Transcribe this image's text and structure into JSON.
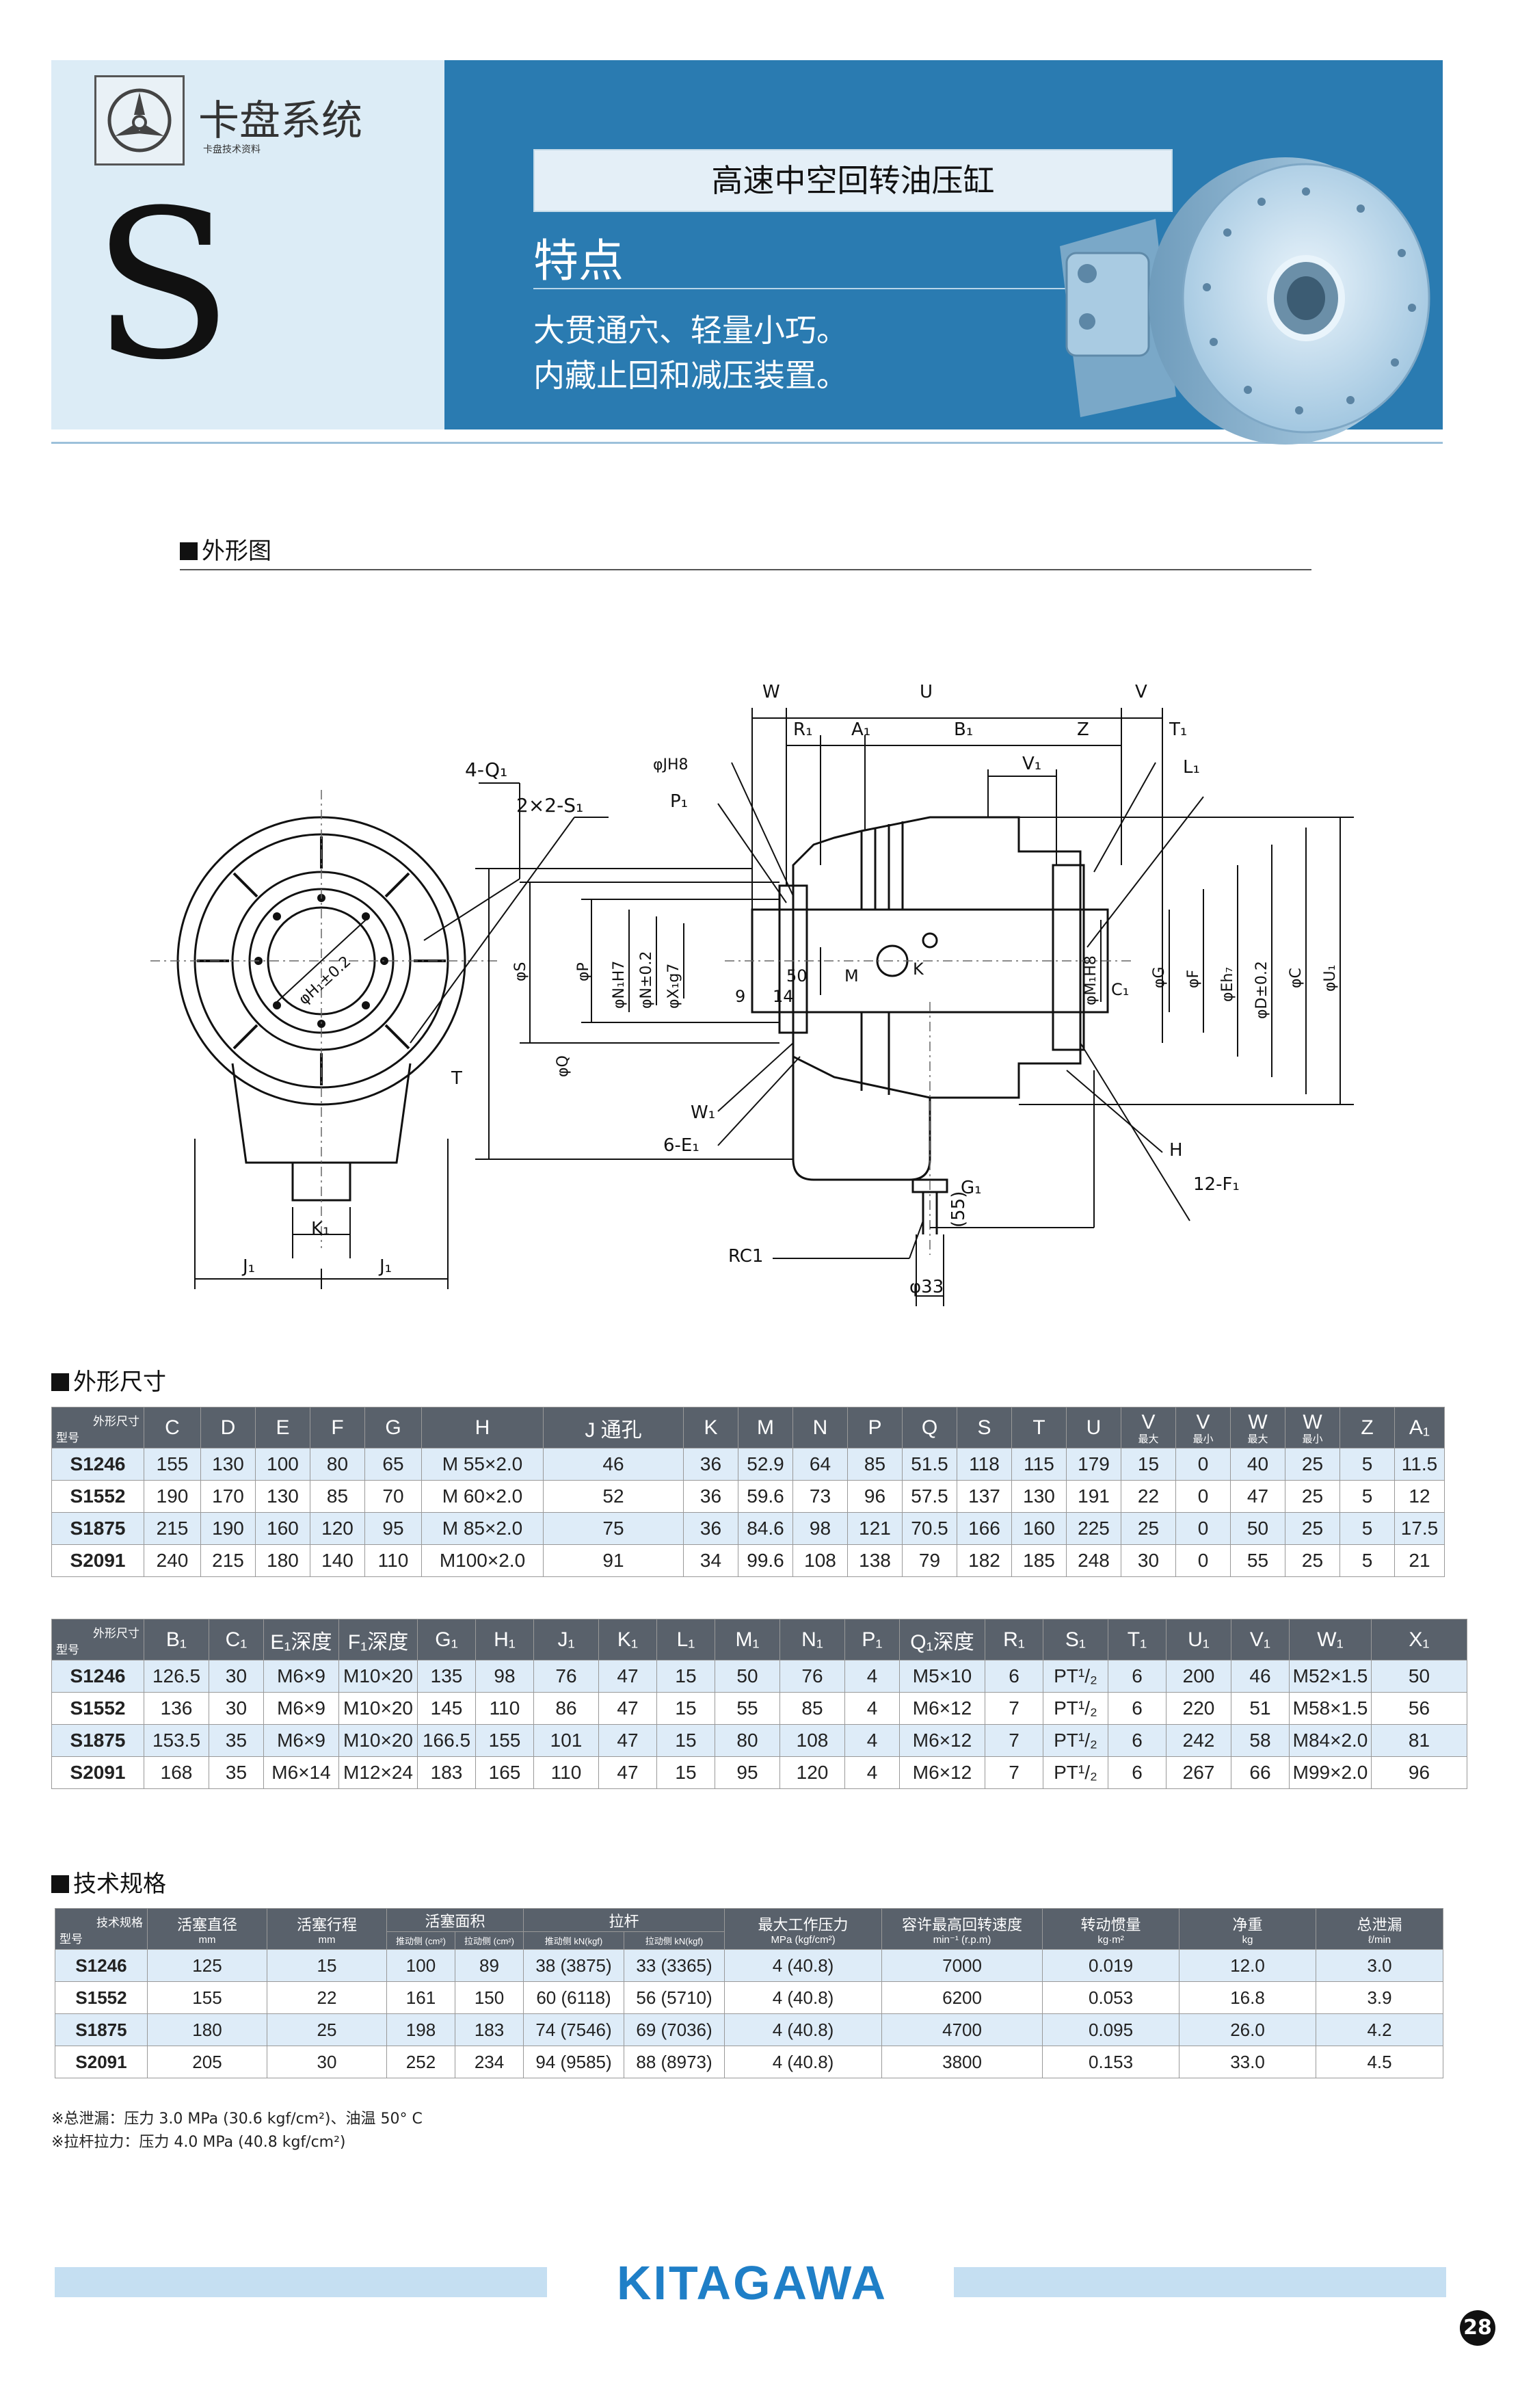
{
  "header": {
    "brand_title": "卡盘系统",
    "brand_sub": "卡盘技术资料",
    "series_letter": "S",
    "product_title": "高速中空回转油压缸",
    "features_heading": "特点",
    "features_line1": "大贯通穴、轻量小巧。",
    "features_line2": "内藏止回和减压装置。",
    "colors": {
      "band": "#2a7bb1",
      "band_light": "#dcecf6",
      "accent": "#1f7fc7"
    }
  },
  "sections": {
    "outline_drawing": "外形图",
    "outline_dims": "外形尺寸",
    "tech_specs": "技术规格"
  },
  "drawing": {
    "labels": {
      "q1": "4-Q₁",
      "s1": "2×2-S₁",
      "h1": "φH₁±0.2",
      "k1": "K₁",
      "j1a": "J₁",
      "j1b": "J₁",
      "w": "W",
      "u": "U",
      "v": "V",
      "r1": "R₁",
      "a1": "A₁",
      "b1": "B₁",
      "z": "Z",
      "t1": "T₁",
      "l1": "L₁",
      "v1": "V₁",
      "jh8": "φJH8",
      "p1": "P₁",
      "s": "φS",
      "p": "φP",
      "q": "φQ",
      "n1": "φN₁H7",
      "n": "φN±0.2",
      "x1": "φX₁g7",
      "fifty": "50",
      "nine": "9",
      "fourteen": "14",
      "m": "M",
      "k": "K",
      "m1": "φM₁H8",
      "c1": "C₁",
      "g": "φG",
      "f": "φF",
      "e": "φEh₇",
      "d": "φD±0.2",
      "c": "φC",
      "u1": "φU₁",
      "t": "T",
      "w1": "W₁",
      "e1": "6-E₁",
      "h": "H",
      "f1": "12-F₁",
      "g1": "G₁",
      "fiftyfive": "(55)",
      "rc1": "RC1",
      "d33": "φ33"
    }
  },
  "dims_table_1": {
    "corner_top": "外形尺寸",
    "corner_bot": "型号",
    "headers": [
      {
        "main": "C",
        "sub": ""
      },
      {
        "main": "D",
        "sub": ""
      },
      {
        "main": "E",
        "sub": ""
      },
      {
        "main": "F",
        "sub": ""
      },
      {
        "main": "G",
        "sub": ""
      },
      {
        "main": "H",
        "sub": ""
      },
      {
        "main": "J 通孔",
        "sub": ""
      },
      {
        "main": "K",
        "sub": ""
      },
      {
        "main": "M",
        "sub": ""
      },
      {
        "main": "N",
        "sub": ""
      },
      {
        "main": "P",
        "sub": ""
      },
      {
        "main": "Q",
        "sub": ""
      },
      {
        "main": "S",
        "sub": ""
      },
      {
        "main": "T",
        "sub": ""
      },
      {
        "main": "U",
        "sub": ""
      },
      {
        "main": "V",
        "sub": "最大"
      },
      {
        "main": "V",
        "sub": "最小"
      },
      {
        "main": "W",
        "sub": "最大"
      },
      {
        "main": "W",
        "sub": "最小"
      },
      {
        "main": "Z",
        "sub": ""
      },
      {
        "main": "A₁",
        "sub": ""
      }
    ],
    "rows": [
      {
        "model": "S1246",
        "cells": [
          "155",
          "130",
          "100",
          "80",
          "65",
          "M 55×2.0",
          "46",
          "36",
          "52.9",
          "64",
          "85",
          "51.5",
          "118",
          "115",
          "179",
          "15",
          "0",
          "40",
          "25",
          "5",
          "11.5"
        ]
      },
      {
        "model": "S1552",
        "cells": [
          "190",
          "170",
          "130",
          "85",
          "70",
          "M 60×2.0",
          "52",
          "36",
          "59.6",
          "73",
          "96",
          "57.5",
          "137",
          "130",
          "191",
          "22",
          "0",
          "47",
          "25",
          "5",
          "12"
        ]
      },
      {
        "model": "S1875",
        "cells": [
          "215",
          "190",
          "160",
          "120",
          "95",
          "M 85×2.0",
          "75",
          "36",
          "84.6",
          "98",
          "121",
          "70.5",
          "166",
          "160",
          "225",
          "25",
          "0",
          "50",
          "25",
          "5",
          "17.5"
        ]
      },
      {
        "model": "S2091",
        "cells": [
          "240",
          "215",
          "180",
          "140",
          "110",
          "M100×2.0",
          "91",
          "34",
          "99.6",
          "108",
          "138",
          "79",
          "182",
          "185",
          "248",
          "30",
          "0",
          "55",
          "25",
          "5",
          "21"
        ]
      }
    ]
  },
  "dims_table_2": {
    "corner_top": "外形尺寸",
    "corner_bot": "型号",
    "headers": [
      "B₁",
      "C₁",
      "E₁深度",
      "F₁深度",
      "G₁",
      "H₁",
      "J₁",
      "K₁",
      "L₁",
      "M₁",
      "N₁",
      "P₁",
      "Q₁深度",
      "R₁",
      "S₁",
      "T₁",
      "U₁",
      "V₁",
      "W₁",
      "X₁"
    ],
    "rows": [
      {
        "model": "S1246",
        "cells": [
          "126.5",
          "30",
          "M6×9",
          "M10×20",
          "135",
          "98",
          "76",
          "47",
          "15",
          "50",
          "76",
          "4",
          "M5×10",
          "6",
          "PT¹/₂",
          "6",
          "200",
          "46",
          "M52×1.5",
          "50"
        ]
      },
      {
        "model": "S1552",
        "cells": [
          "136",
          "30",
          "M6×9",
          "M10×20",
          "145",
          "110",
          "86",
          "47",
          "15",
          "55",
          "85",
          "4",
          "M6×12",
          "7",
          "PT¹/₂",
          "6",
          "220",
          "51",
          "M58×1.5",
          "56"
        ]
      },
      {
        "model": "S1875",
        "cells": [
          "153.5",
          "35",
          "M6×9",
          "M10×20",
          "166.5",
          "155",
          "101",
          "47",
          "15",
          "80",
          "108",
          "4",
          "M6×12",
          "7",
          "PT¹/₂",
          "6",
          "242",
          "58",
          "M84×2.0",
          "81"
        ]
      },
      {
        "model": "S2091",
        "cells": [
          "168",
          "35",
          "M6×14",
          "M12×24",
          "183",
          "165",
          "110",
          "47",
          "15",
          "95",
          "120",
          "4",
          "M6×12",
          "7",
          "PT¹/₂",
          "6",
          "267",
          "66",
          "M99×2.0",
          "96"
        ]
      }
    ]
  },
  "spec_table": {
    "corner_top": "技术规格",
    "corner_bot": "型号",
    "h_bore": "活塞直径",
    "h_bore_unit": "mm",
    "h_stroke": "活塞行程",
    "h_stroke_unit": "mm",
    "h_area": "活塞面积",
    "h_area_push": "推动侧 (cm²)",
    "h_area_pull": "拉动侧 (cm²)",
    "h_rod": "拉杆",
    "h_rod_push": "推动侧 kN(kgf)",
    "h_rod_pull": "拉动侧 kN(kgf)",
    "h_press": "最大工作压力",
    "h_press_unit": "MPa (kgf/cm²)",
    "h_speed": "容许最高回转速度",
    "h_speed_unit": "min⁻¹ (r.p.m)",
    "h_inertia": "转动惯量",
    "h_inertia_unit": "kg·m²",
    "h_weight": "净重",
    "h_weight_unit": "kg",
    "h_leak": "总泄漏",
    "h_leak_unit": "ℓ/min",
    "rows": [
      {
        "model": "S1246",
        "cells": [
          "125",
          "15",
          "100",
          "89",
          "38 (3875)",
          "33 (3365)",
          "4 (40.8)",
          "7000",
          "0.019",
          "12.0",
          "3.0"
        ]
      },
      {
        "model": "S1552",
        "cells": [
          "155",
          "22",
          "161",
          "150",
          "60 (6118)",
          "56 (5710)",
          "4 (40.8)",
          "6200",
          "0.053",
          "16.8",
          "3.9"
        ]
      },
      {
        "model": "S1875",
        "cells": [
          "180",
          "25",
          "198",
          "183",
          "74 (7546)",
          "69 (7036)",
          "4 (40.8)",
          "4700",
          "0.095",
          "26.0",
          "4.2"
        ]
      },
      {
        "model": "S2091",
        "cells": [
          "205",
          "30",
          "252",
          "234",
          "94 (9585)",
          "88 (8973)",
          "4 (40.8)",
          "3800",
          "0.153",
          "33.0",
          "4.5"
        ]
      }
    ]
  },
  "notes": {
    "note1": "※总泄漏：压力 3.0 MPa (30.6 kgf/cm²)、油温 50° C",
    "note2": "※拉杆拉力：压力 4.0 MPa (40.8 kgf/cm²)"
  },
  "footer": {
    "logo": "KITAGAWA",
    "page": "28"
  }
}
